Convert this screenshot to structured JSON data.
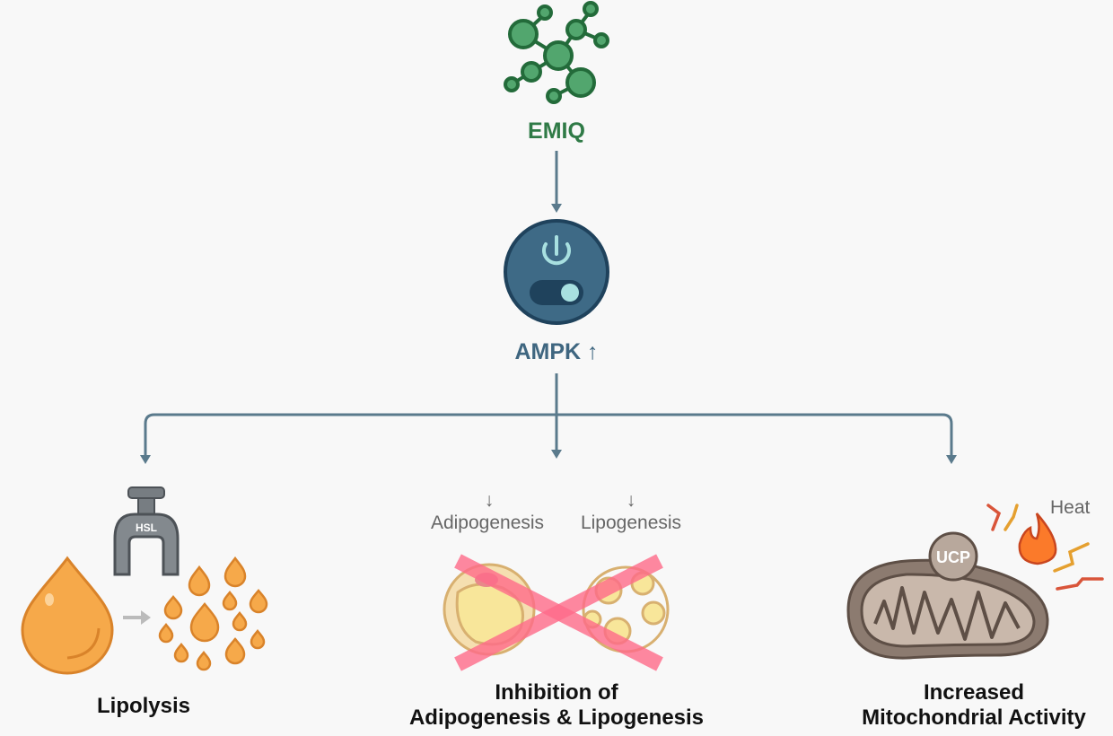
{
  "nodes": {
    "emiq": {
      "label": "EMIQ",
      "icon": "molecule-icon",
      "color": "#2f7a46"
    },
    "ampk": {
      "label": "AMPK ↑",
      "icon": "power-toggle-icon",
      "color": "#3f6680"
    }
  },
  "outcomes": [
    {
      "id": "lipolysis",
      "title": "Lipolysis",
      "enzyme_label": "HSL",
      "icon": "fat-droplet-breakdown-icon"
    },
    {
      "id": "inhibition",
      "title_line1": "Inhibition of",
      "title_line2": "Adipogenesis & Lipogenesis",
      "sub_left_arrow": "↓",
      "sub_left": "Adipogenesis",
      "sub_right_arrow": "↓",
      "sub_right": "Lipogenesis",
      "icon": "crossed-out-fat-cells-icon"
    },
    {
      "id": "mitochondria",
      "title_line1": "Increased",
      "title_line2": "Mitochondrial Activity",
      "protein_label": "UCP",
      "heat_label": "Heat",
      "icon": "mitochondrion-icon"
    }
  ],
  "colors": {
    "arrow": "#5a7a8c",
    "droplet": "#f6a94a",
    "cross": "#ff6b8a",
    "mito": "#8c7b70"
  }
}
